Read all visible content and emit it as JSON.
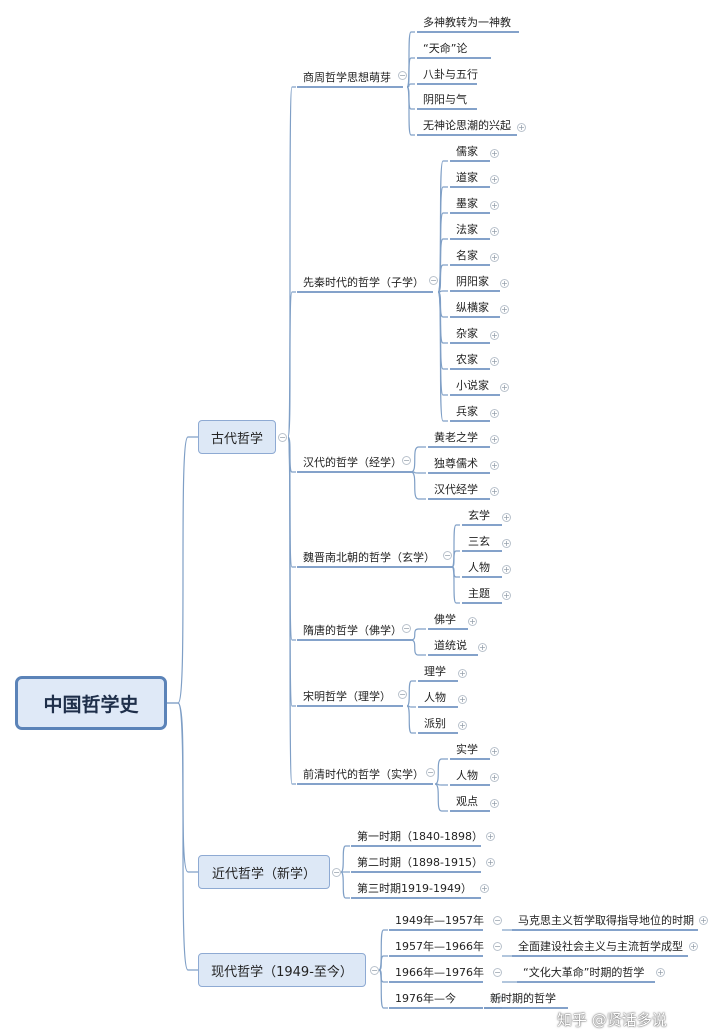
{
  "root": "中国哲学史",
  "branches": [
    {
      "label": "古代哲学",
      "children": [
        {
          "label": "商周哲学思想萌芽",
          "children": [
            "多神教转为一神教",
            "“天命”论",
            "八卦与五行",
            "阴阳与气",
            "无神论思潮的兴起"
          ]
        },
        {
          "label": "先秦时代的哲学（子学）",
          "children": [
            "儒家",
            "道家",
            "墨家",
            "法家",
            "名家",
            "阴阳家",
            "纵横家",
            "杂家",
            "农家",
            "小说家",
            "兵家"
          ]
        },
        {
          "label": "汉代的哲学（经学）",
          "children": [
            "黄老之学",
            "独尊儒术",
            "汉代经学"
          ]
        },
        {
          "label": "魏晋南北朝的哲学（玄学）",
          "children": [
            "玄学",
            "三玄",
            "人物",
            "主题"
          ]
        },
        {
          "label": "隋唐的哲学（佛学）",
          "children": [
            "佛学",
            "道统说"
          ]
        },
        {
          "label": "宋明哲学（理学）",
          "children": [
            "理学",
            "人物",
            "派别"
          ]
        },
        {
          "label": "前清时代的哲学（实学）",
          "children": [
            "实学",
            "人物",
            "观点"
          ]
        }
      ]
    },
    {
      "label": "近代哲学（新学）",
      "children": [
        {
          "label": "第一时期（1840-1898）"
        },
        {
          "label": "第二时期（1898-1915）"
        },
        {
          "label": "第三时期1919-1949）"
        }
      ]
    },
    {
      "label": "现代哲学（1949-至今）",
      "children": [
        {
          "label": "1949年—1957年",
          "children": [
            "马克思主义哲学取得指导地位的时期"
          ]
        },
        {
          "label": "1957年—1966年",
          "children": [
            "全面建设社会主义与主流哲学成型"
          ]
        },
        {
          "label": "1966年—1976年",
          "children": [
            "“文化大革命”时期的哲学"
          ]
        },
        {
          "label": "1976年—今",
          "children": [
            "新时期的哲学"
          ]
        }
      ]
    }
  ],
  "watermark": "知乎 @贤话多说",
  "colors": {
    "line": "#7f9fc6",
    "underline": "#5b83b8",
    "root_fill": "#dfe9f7",
    "root_border": "#5b83b8",
    "branch_fill": "#dde8f6"
  }
}
